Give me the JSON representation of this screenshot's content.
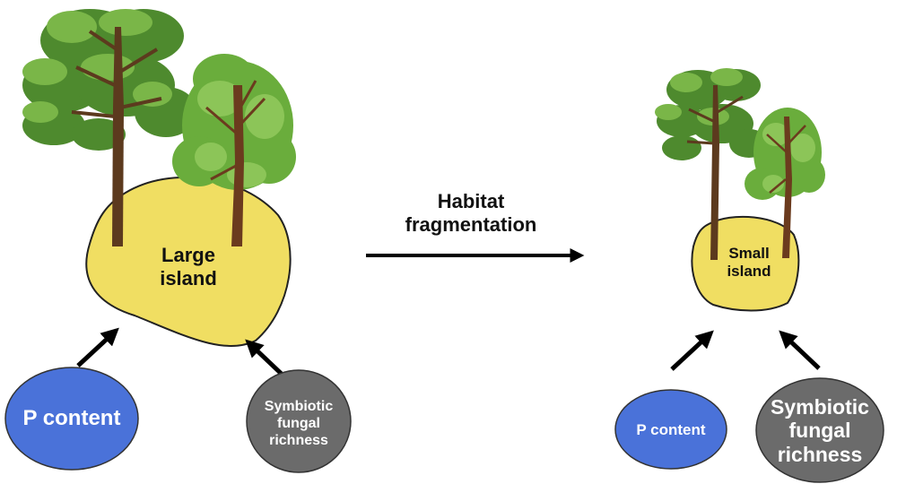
{
  "colors": {
    "island_fill": "#f0de62",
    "island_stroke": "#222222",
    "p_content_fill": "#4a72d9",
    "fungal_fill": "#6b6b6b",
    "leaf_dark": "#4e8a2e",
    "leaf_mid": "#6aad3c",
    "leaf_light": "#8cc558",
    "trunk": "#6b3b1e",
    "arrow": "#000000",
    "label_dark": "#111111",
    "label_light": "#ffffff"
  },
  "icons": [
    "pine-tree-icon",
    "deciduous-tree-icon",
    "arrow-icon"
  ],
  "before": {
    "island": {
      "line1": "Large",
      "line2": "island"
    },
    "p_content": "P content",
    "fungal": {
      "line1": "Symbiotic",
      "line2": "fungal",
      "line3": "richness"
    }
  },
  "process": {
    "line1": "Habitat",
    "line2": "fragmentation"
  },
  "after": {
    "island": {
      "line1": "Small",
      "line2": "island"
    },
    "p_content": "P content",
    "fungal": {
      "line1": "Symbiotic",
      "line2": "fungal",
      "line3": "richness"
    }
  }
}
